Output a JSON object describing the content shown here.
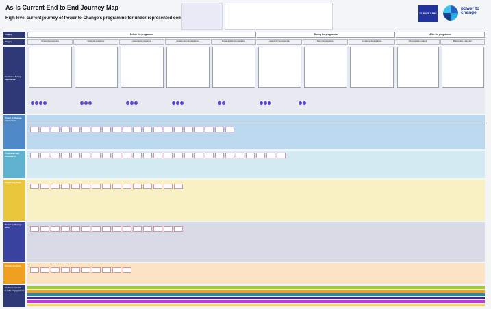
{
  "header": {
    "title": "As-Is Current End to End Journey Map",
    "subtitle": "High level current journey of Power to Change's programme for under-represented community leaders"
  },
  "logos": {
    "climate_labs": "CLIMATE LABS",
    "power_to_change": "power to change"
  },
  "phases": {
    "label": "Phases",
    "items": [
      "Before the programme",
      "During the programme",
      "After the programme"
    ]
  },
  "stages": {
    "label": "Stages",
    "items": [
      "Context of a programme",
      "Finding the programme",
      "Assessing the programme",
      "Decision about the programme",
      "Engaging within the programme",
      "Applying for the programme",
      "Start of the programme",
      "Completing the programme",
      "After programme support",
      "Build on after programme"
    ]
  },
  "rows": [
    {
      "label": "Customer facing experience",
      "color": "#2e3a78"
    },
    {
      "label": "Power to Change interactions",
      "color": "#4f88c6"
    },
    {
      "label": "Processes and Customers",
      "color": "#5fb3cf"
    },
    {
      "label": "Supporting Data",
      "color": "#e8c53a"
    },
    {
      "label": "Power to Change KPIs",
      "color": "#3a44a0"
    },
    {
      "label": "Partner Analysis",
      "color": "#f0a020"
    },
    {
      "label": "Enablers needed for the engagement",
      "color": "#2e3a78"
    }
  ],
  "colors": {
    "purple_dot": "#5b43d6",
    "interaction_bg": "#bcd8ef",
    "process_bg": "#d4ebf3",
    "data_bg": "#f7f1c4",
    "kpi_bg": "#d8dae6",
    "partner_bg": "#fbe3c4",
    "bar_green": "#9acd32",
    "bar_orange": "#f0a020",
    "bar_teal": "#2a8a9a",
    "bar_magenta": "#c33bd6",
    "bar_purple": "#3a2d8e"
  }
}
